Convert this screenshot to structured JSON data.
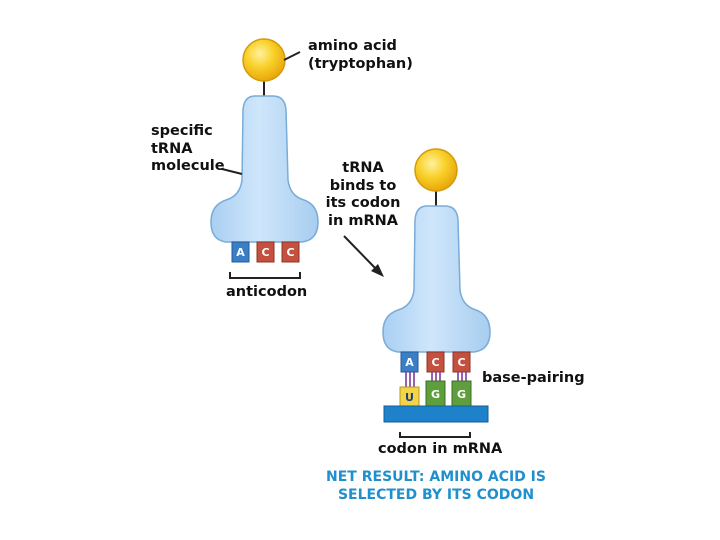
{
  "labels": {
    "amino_acid_line1": "amino acid",
    "amino_acid_line2": "(tryptophan)",
    "specific_line1": "specific",
    "specific_line2": "tRNA",
    "specific_line3": "molecule",
    "binds_line1": "tRNA",
    "binds_line2": "binds to",
    "binds_line3": "its codon",
    "binds_line4": "in mRNA",
    "anticodon": "anticodon",
    "base_pairing": "base-pairing",
    "codon_in_mrna": "codon in mRNA",
    "net_result_line1": "NET RESULT: AMINO ACID IS",
    "net_result_line2": "SELECTED BY ITS CODON"
  },
  "left_trna": {
    "anticodon_bases": [
      "A",
      "C",
      "C"
    ]
  },
  "right_trna": {
    "anticodon_bases": [
      "A",
      "C",
      "C"
    ],
    "codon_bases": [
      "U",
      "G",
      "G"
    ]
  },
  "colors": {
    "trna_body": "#bcdcf8",
    "trna_outline": "#6fa6d6",
    "amino_acid": "#f7c520",
    "base_A": "#3a7ec6",
    "base_C": "#c4503f",
    "base_U": "#f1d447",
    "base_G": "#5f9e3c",
    "mrna_strand": "#1d82c9",
    "net_result_text": "#1f8fce"
  }
}
